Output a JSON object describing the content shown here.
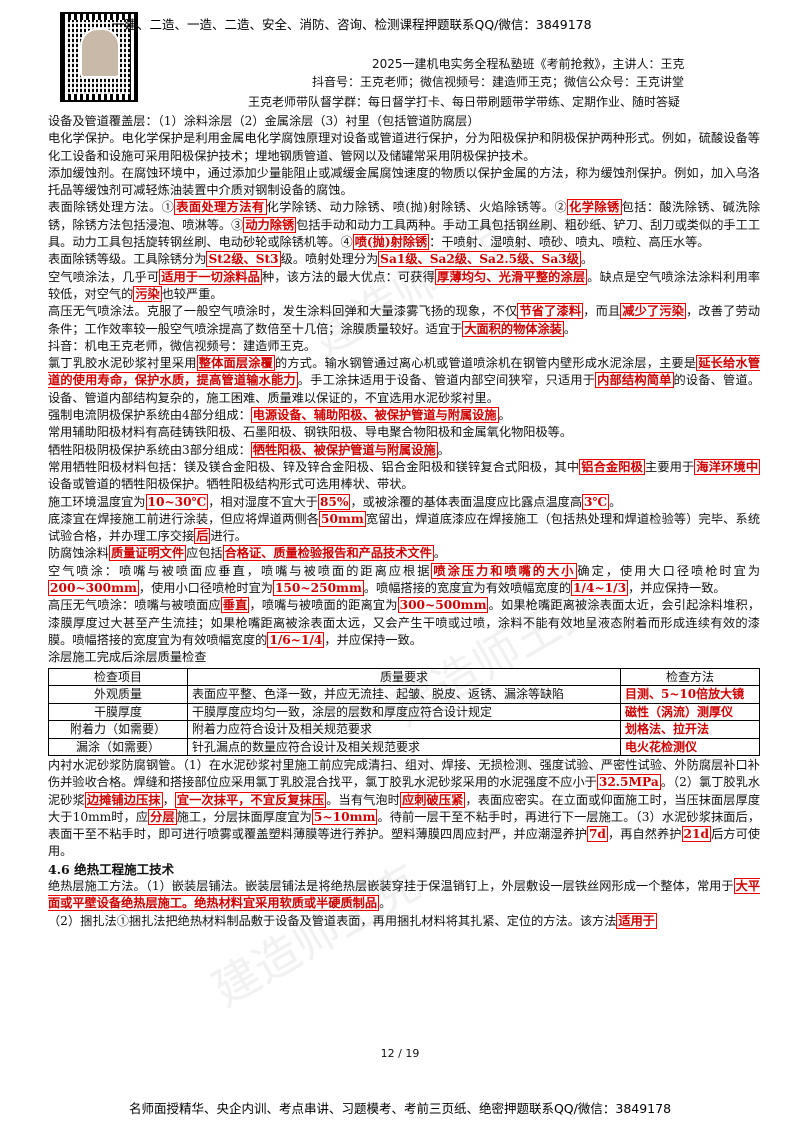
{
  "header": {
    "top_line": "一建、二造、一造、二造、安全、消防、咨询、检测课程押题联系QQ/微信：3849178",
    "line1": "2025一建机电实务全程私塾班《考前抢救》，主讲人：王克",
    "line2": "抖音号：王克老师；微信视频号：建造师王克；微信公众号：王克讲堂",
    "line3": "王克老师带队督学群：每日督学打卡、每日带刷题带学带练、定期作业、随时答疑"
  },
  "watermark": "建造师王克",
  "paras": {
    "p1": "设备及管道覆盖层：（1）涂料涂层（2）金属涂层（3）衬里（包括管道防腐层）",
    "p2": "电化学保护。电化学保护是利用金属电化学腐蚀原理对设备或管道进行保护，分为阳极保护和阴极保护两种形式。例如，硫酸设备等化工设备和设施可采用阳极保护技术；埋地钢质管道、管网以及储罐常采用阴极保护技术。",
    "p3": "添加缓蚀剂。在腐蚀环境中，通过添加少量能阻止或减缓金属腐蚀速度的物质以保护金属的方法，称为缓蚀剂保护。例如，加入乌洛托品等缓蚀剂可减轻炼油装置中介质对钢制设备的腐蚀。",
    "p4a": "表面除锈处理方法。①",
    "p4h1": "表面处理方法有",
    "p4b": "化学除锈、动力除锈、喷(抛)射除锈、火焰除锈等。②",
    "p4h2": "化学除锈",
    "p4c": "包括：酸洗除锈、碱洗除锈，除锈方法包括浸泡、喷淋等。③",
    "p4h3": "动力除锈",
    "p4d": "包括手动和动力工具两种。手动工具包括钢丝刷、粗砂纸、铲刀、刮刀或类似的手工工具。动力工具包括旋转钢丝刷、电动砂轮或除锈机等。④",
    "p4h4": "喷(抛)射除锈",
    "p4e": "：干喷射、湿喷射、喷砂、喷丸、喷粒、高压水等。",
    "p5a": "表面除锈等级。工具除锈分为",
    "p5h1": "St2级、St3",
    "p5b": "级。喷射处理分为",
    "p5h2": "Sa1级、Sa2级、Sa2.5级、Sa3级",
    "p5c": "。",
    "p6a": "空气喷涂法，几乎可",
    "p6h1": "适用于一切涂料品",
    "p6b": "种，该方法的最大优点：可获得",
    "p6h2": "厚薄均匀、光滑平整的涂层",
    "p6c": "。缺点是空气喷涂法涂料利用率较低，对空气的",
    "p6h3": "污染",
    "p6d": "也较严重。",
    "p7a": "高压无气喷涂法。克服了一般空气喷涂时，发生涂料回弹和大量漆雾飞扬的现象，不仅",
    "p7h1": "节省了漆料",
    "p7b": "，而且",
    "p7h2": "减少了污染",
    "p7c": "，改善了劳动条件；工作效率较一般空气喷涂提高了数倍至十几倍；涂膜质量较好。适宜于",
    "p7h3": "大面积的物体涂装",
    "p7d": "。",
    "p8": "抖音：机电王克老师，微信视频号：建造师王克。",
    "p9a": "氯丁乳胶水泥砂浆衬里采用",
    "p9h1": "整体面层涂覆",
    "p9b": "的方式。输水钢管通过离心机或管道喷涂机在钢管内壁形成水泥涂层，主要是",
    "p9h2": "延长给水管道的使用寿命，保护水质，提高管道输水能力",
    "p9c": "。手工涂抹适用于设备、管道内部空间狭窄，只适用于",
    "p9h3": "内部结构简单",
    "p9d": "的设备、管道。设备、管道内部结构复杂的，施工困难、质量难以保证的，不宜选用水泥砂浆衬里。",
    "p10a": "强制电流阴极保护系统由4部分组成：",
    "p10h": "电源设备、辅助阳极、被保护管道与附属设施",
    "p10b": "。",
    "p11": "常用辅助阳极材料有高硅铸铁阳极、石墨阳极、钢铁阳极、导电聚合物阳极和金属氧化物阳极等。",
    "p12a": "牺牲阳极阴极保护系统由3部分组成：",
    "p12h": "牺牲阳极、被保护管道与附属设施",
    "p12b": "。",
    "p13a": "常用牺牲阳极材料包括：镁及镁合金阳极、锌及锌合金阳极、铝合金阳极和镁锌复合式阳极，其中",
    "p13h1": "铝合金阳极",
    "p13b": "主要用于",
    "p13h2": "海洋环境中",
    "p13c": "设备或管道的牺牲阳极保护。牺牲阳极结构形式可选用棒状、带状。",
    "p14a": "施工环境温度宜为",
    "p14h1": "10~30℃",
    "p14b": "，相对湿度不宜大于",
    "p14h2": "85%",
    "p14c": "，或被涂覆的基体表面温度应比露点温度高",
    "p14h3": "3℃",
    "p14d": "。",
    "p15a": "底漆宜在焊接施工前进行涂装，但应将焊道两侧各",
    "p15h1": "50mm",
    "p15b": "宽留出，焊道底漆应在焊接施工（包括热处理和焊道检验等）完毕、系统试验合格，并办理工序交接",
    "p15h2": "后",
    "p15c": "进行。",
    "p16a": "防腐蚀涂料",
    "p16h1": "质量证明文件",
    "p16b": "应包括",
    "p16h2": "合格证、质量检验报告和产品技术文件",
    "p16c": "。",
    "p17a": "空气喷涂：喷嘴与被喷面应垂直，喷嘴与被喷面的距离应根据",
    "p17h1": "喷涂压力和喷嘴的大小",
    "p17b": "确定，使用大口径喷枪时宜为",
    "p17h2": "200~300mm",
    "p17c": "，使用小口径喷枪时宜为",
    "p17h3": "150~250mm",
    "p17d": "。喷幅搭接的宽度宜为有效喷幅宽度的",
    "p17h4": "1/4~1/3",
    "p17e": "，并应保持一致。",
    "p18a": "高压无气喷涂：喷嘴与被喷面应",
    "p18h1": "垂直",
    "p18b": "，喷嘴与被喷面的距离宜为",
    "p18h2": "300~500mm",
    "p18c": "。如果枪嘴距离被涂表面太近，会引起涂料堆积，漆膜厚度过大甚至产生流挂；如果枪嘴距离被涂表面太远，又会产生干喷或过喷，涂料不能有效地呈液态附着而形成连续有效的漆膜。喷幅搭接的宽度宜为有效喷幅宽度的",
    "p18h3": "1/6~1/4",
    "p18d": "，并应保持一致。",
    "table_title": "涂层施工完成后涂层质量检查",
    "p19a": "内衬水泥砂浆防腐钢管。（1）在水泥砂浆衬里施工前应完成清扫、组对、焊接、无损检测、强度试验、严密性试验、外防腐层补口补伤并验收合格。焊缝和搭接部位应采用氯丁乳胶混合找平，氯丁胶乳水泥砂浆采用的水泥强度不应小于",
    "p19h1": "32.5MPa",
    "p19b": "。（2）氯丁胶乳水泥砂浆",
    "p19h2": "边摊铺边压抹",
    "p19c": "，",
    "p19h3": "宜一次抹平，不宜反复抹压",
    "p19d": "。当有气泡时",
    "p19h4": "应刺破压紧",
    "p19e": "，表面应密实。在立面或仰面施工时，当压抹面层厚度大于10mm时，应",
    "p19h5": "分层",
    "p19f": "施工，分层抹面厚度宜为",
    "p19h6": "5~10mm",
    "p19g": "。待前一层干至不粘手时，再进行下一层施工。（3）水泥砂浆抹面后，表面干至不粘手时，即可进行喷雾或覆盖塑料薄膜等进行养护。塑料薄膜四周应封严，并应潮湿养护",
    "p19h7": "7d",
    "p19h": "，再自然养护",
    "p19h8": "21d",
    "p19i": "后方可使用。",
    "sec46": "4.6 绝热工程施工技术",
    "p20a": "绝热层施工方法。（1）嵌装层铺法。嵌装层铺法是将绝热层嵌装穿挂于保温销钉上，外层敷设一层铁丝网形成一个整体，常用于",
    "p20h": "大平面或平壁设备绝热层施工。绝热材料宜采用软质或半硬质制品",
    "p20b": "。",
    "p21a": "（2）捆扎法①捆扎法把绝热材料制品敷于设备及管道表面，再用捆扎材料将其扎紧、定位的方法。该方法",
    "p21h": "适用于"
  },
  "table": {
    "headers": [
      "检查项目",
      "质量要求",
      "检查方法"
    ],
    "rows": [
      [
        "外观质量",
        "表面应平整、色泽一致，并应无流挂、起皱、脱皮、返锈、漏涂等缺陷",
        "目测、5~10倍放大镜"
      ],
      [
        "干膜厚度",
        "干膜厚度应均匀一致，涂层的层数和厚度应符合设计规定",
        "磁性（涡流）测厚仪"
      ],
      [
        "附着力（如需要）",
        "附着力应符合设计及相关规范要求",
        "划格法、拉开法"
      ],
      [
        "漏涂（如需要）",
        "针孔漏点的数量应符合设计及相关规范要求",
        "电火花检测仪"
      ]
    ]
  },
  "page_number": "12 / 19",
  "footer": "名师面授精华、央企内训、考点串讲、习题模考、考前三页纸、绝密押题联系QQ/微信：3849178"
}
